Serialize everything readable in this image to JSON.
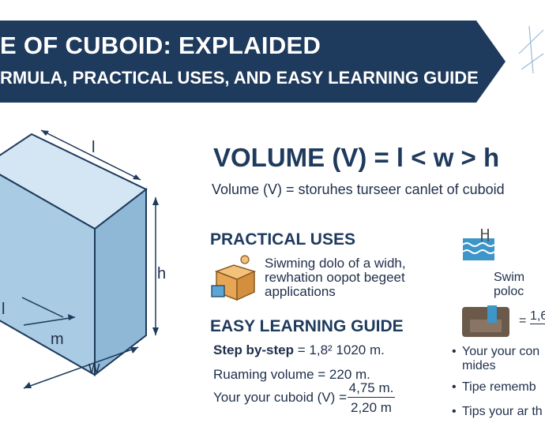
{
  "banner": {
    "title": "E OF CUBOID: EXPLAIDED",
    "subtitle": "RMULA, PRACTICAL USES, AND EASY LEARNING GUIDE"
  },
  "diagram": {
    "label_top": "l",
    "label_height": "h",
    "label_inner": "l",
    "label_m": "m",
    "label_width": "w"
  },
  "formula": {
    "main": "VOLUME (V) = l < w > h",
    "description": "Volume (V) = storuhes turseer canlet of cuboid"
  },
  "practical_uses": {
    "heading": "PRACTICAL USES",
    "line1": "Siwming dolo of a  widh,",
    "line2": "rewhation oopot begeet",
    "line3": "applications"
  },
  "learning_guide": {
    "heading": "EASY LEARNING GUIDE",
    "step_label": "Step by-step",
    "step_value": " = 1,8² 1020 m.",
    "line2": "Ruaming volume = 220 m.",
    "line3": "Your your cuboid (V) =",
    "frac_num": "4,75 m.",
    "frac_den": "2,20 m"
  },
  "right_column": {
    "pool_text1": "Swim",
    "pool_text2": "poloc",
    "eq_sign": "=",
    "eq_value": "1,6",
    "bullets": [
      "Your your con",
      "mides",
      "Tipe rememb",
      "Tips your ar th"
    ]
  },
  "colors": {
    "navy": "#1e3a5c",
    "cuboid_face": "#a9cbe3",
    "water": "#3d95c8"
  }
}
